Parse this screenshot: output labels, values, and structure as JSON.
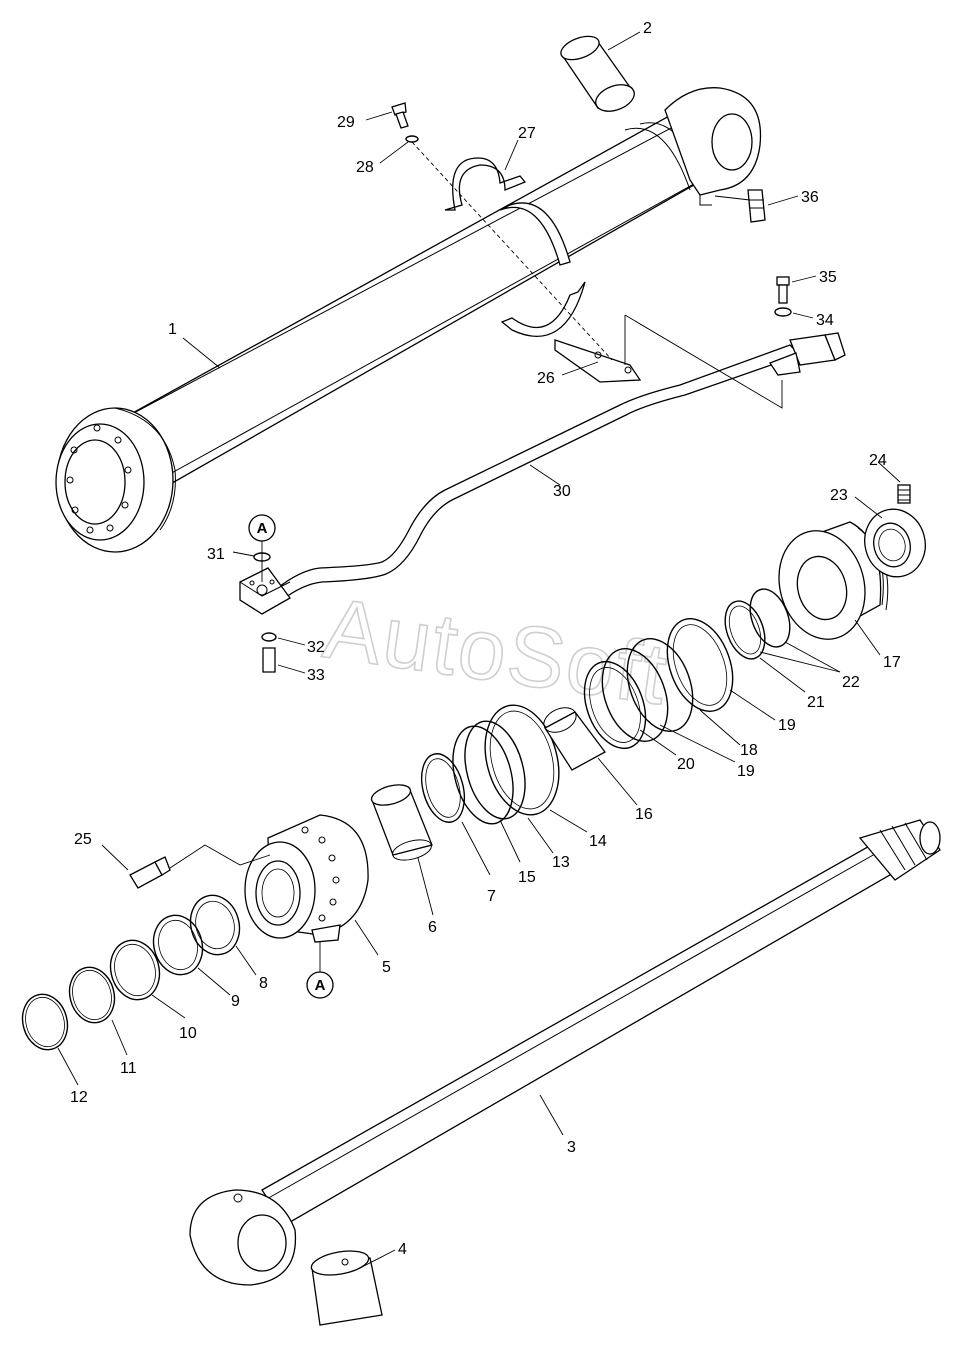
{
  "watermark": "AutoSoft",
  "reference_marker": "A",
  "callouts": [
    "1",
    "2",
    "3",
    "4",
    "5",
    "6",
    "7",
    "8",
    "9",
    "10",
    "11",
    "12",
    "13",
    "14",
    "15",
    "16",
    "17",
    "18",
    "19",
    "19",
    "20",
    "21",
    "22",
    "23",
    "24",
    "25",
    "26",
    "27",
    "28",
    "29",
    "30",
    "31",
    "32",
    "33",
    "34",
    "35",
    "36"
  ]
}
